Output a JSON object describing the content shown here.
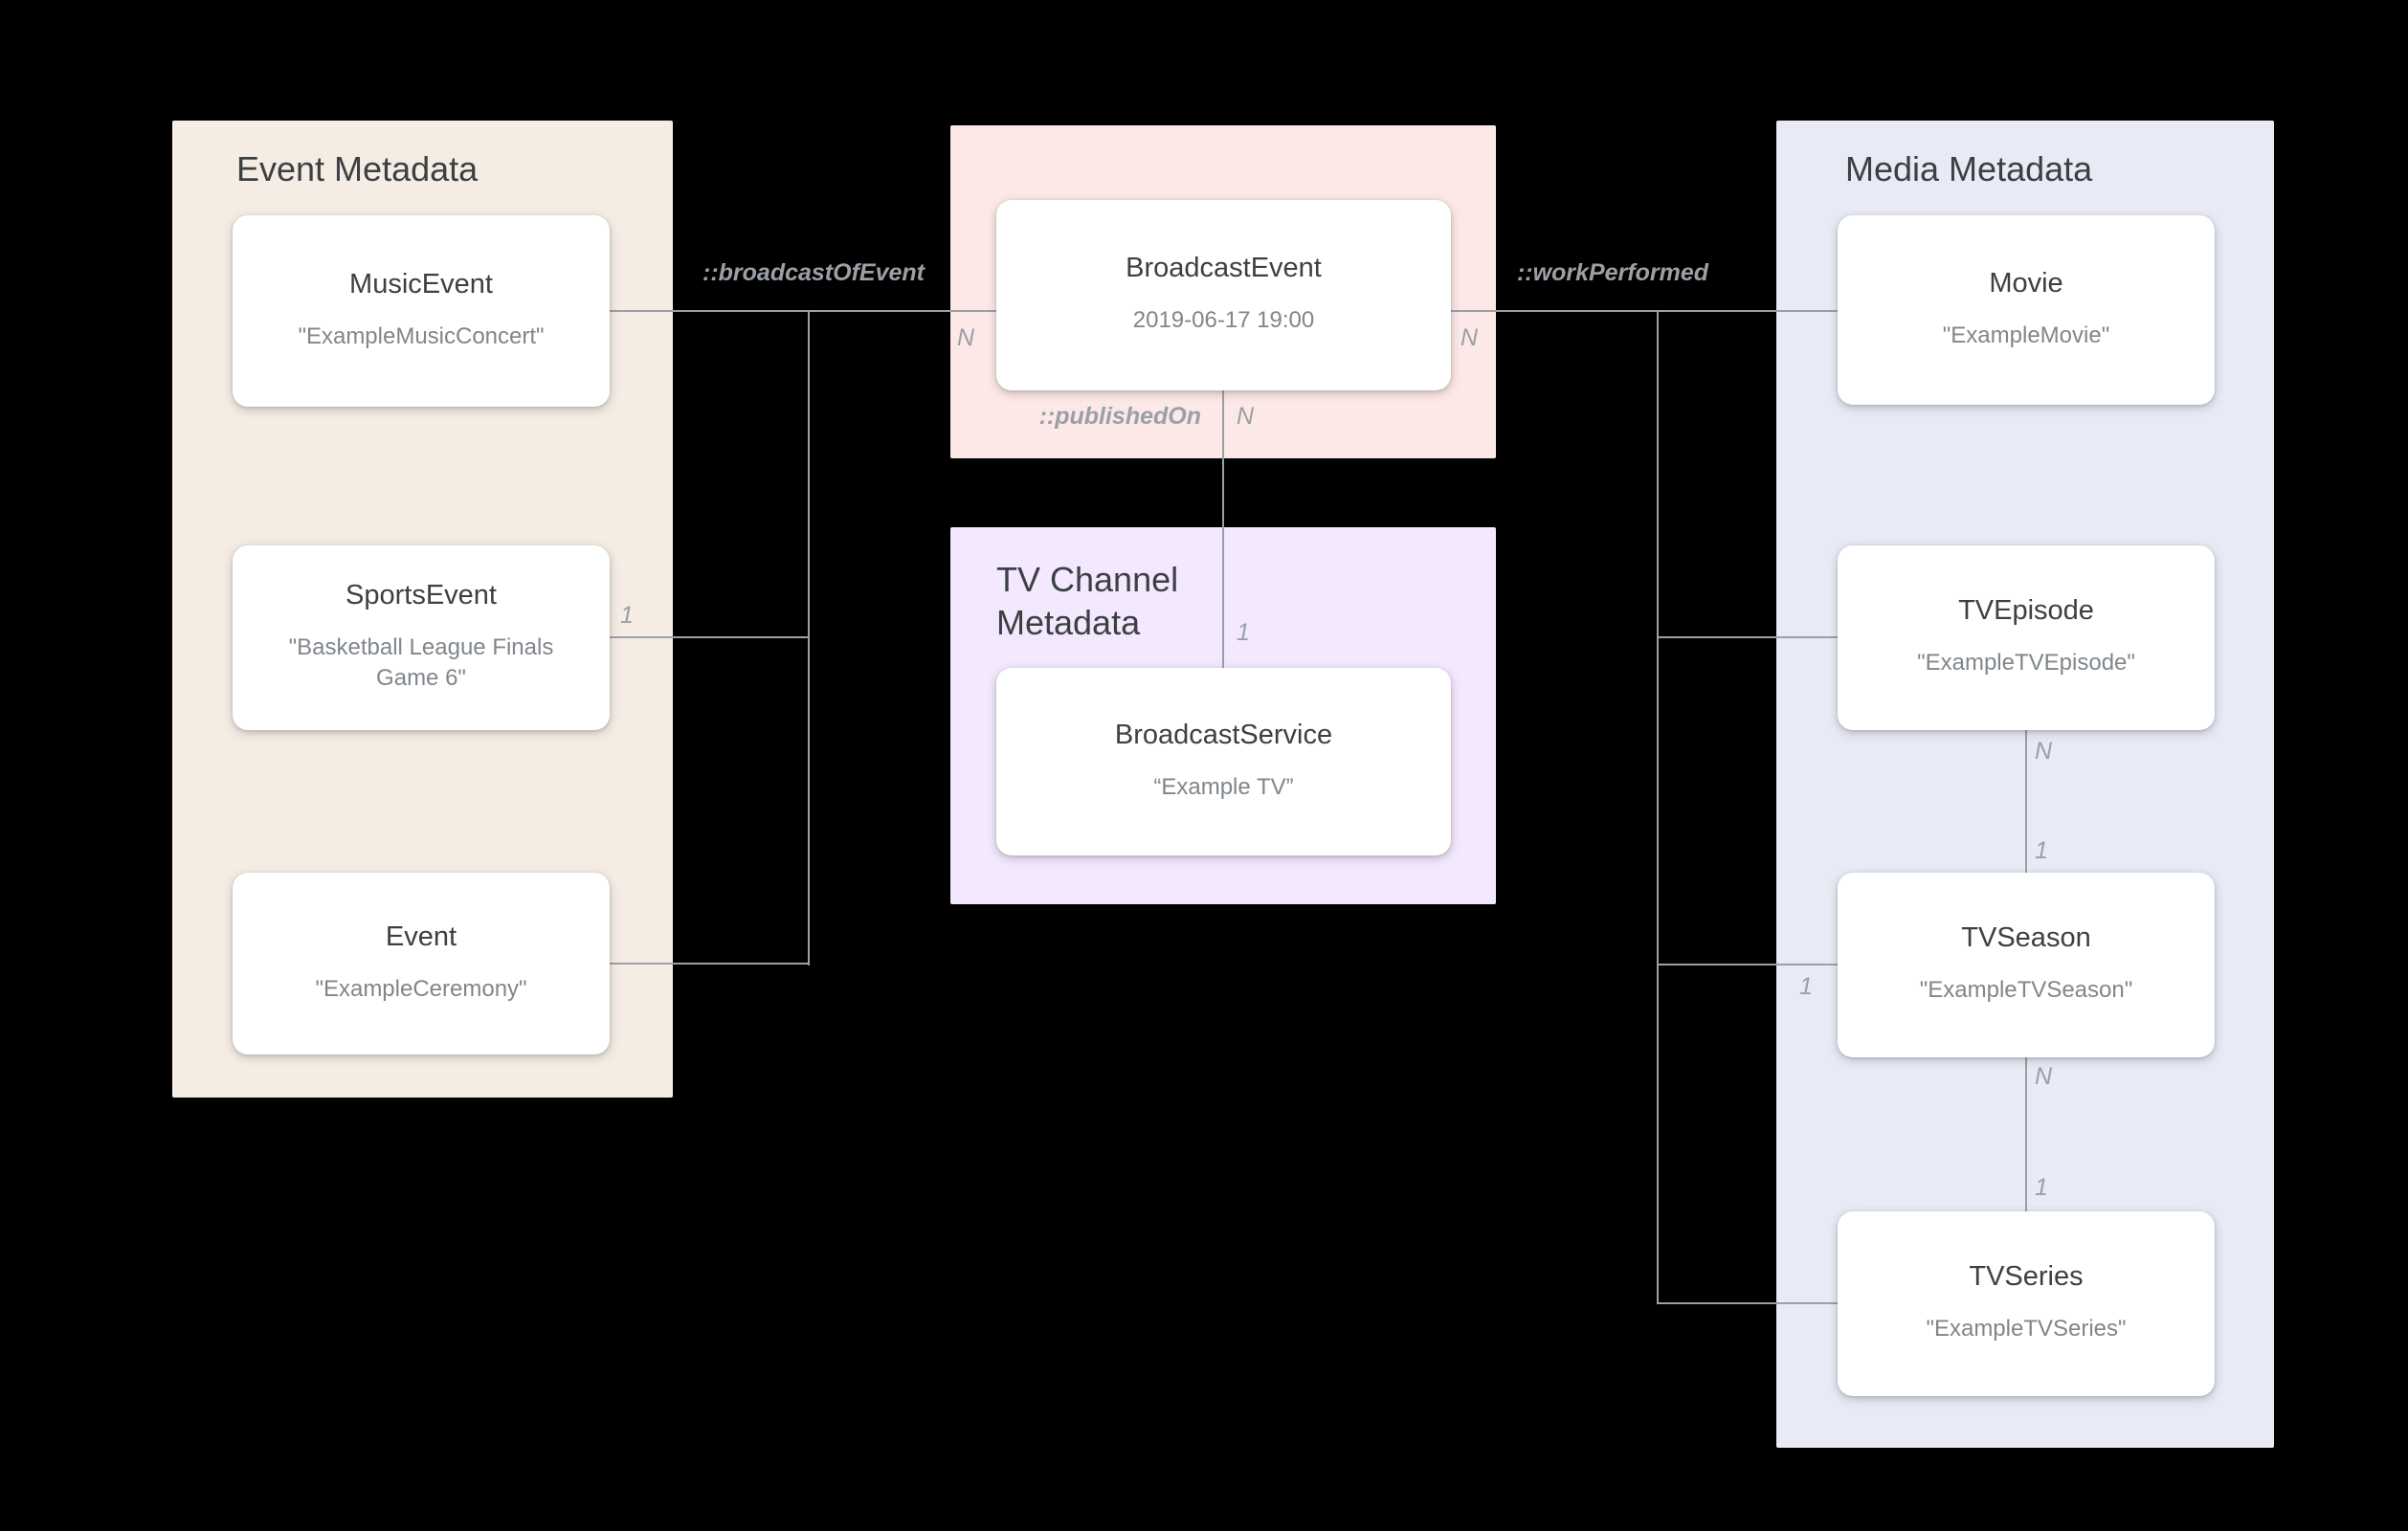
{
  "colors": {
    "background": "#000000",
    "event_panel_bg": "#F5EDE4",
    "broadcast_panel_bg": "#FCE8E6",
    "tv_channel_panel_bg": "#F3E8FD",
    "media_panel_bg": "#E8EAF6",
    "card_bg": "#FFFFFF",
    "connector": "#9AA0A6",
    "node_title_text": "#3C4043",
    "node_value_text": "#80868B",
    "edge_label_text": "#9AA0A6"
  },
  "panels": {
    "event": {
      "title": "Event Metadata"
    },
    "tv_channel": {
      "title": "TV Channel Metadata"
    },
    "media": {
      "title": "Media Metadata"
    }
  },
  "nodes": {
    "music_event": {
      "title": "MusicEvent",
      "value": "\"ExampleMusicConcert\""
    },
    "sports_event": {
      "title": "SportsEvent",
      "value": "\"Basketball League Finals Game 6\""
    },
    "event": {
      "title": "Event",
      "value": "\"ExampleCeremony\""
    },
    "broadcast_event": {
      "title": "BroadcastEvent",
      "value": "2019-06-17 19:00"
    },
    "broadcast_service": {
      "title": "BroadcastService",
      "value": "“Example TV”"
    },
    "movie": {
      "title": "Movie",
      "value": "\"ExampleMovie\""
    },
    "tv_episode": {
      "title": "TVEpisode",
      "value": "\"ExampleTVEpisode\""
    },
    "tv_season": {
      "title": "TVSeason",
      "value": "\"ExampleTVSeason\""
    },
    "tv_series": {
      "title": "TVSeries",
      "value": "\"ExampleTVSeries\""
    }
  },
  "edge_labels": {
    "broadcast_of_event": "::broadcastOfEvent",
    "work_performed": "::workPerformed",
    "published_on": "::publishedOn"
  },
  "cardinality": {
    "n": "N",
    "one": "1"
  }
}
